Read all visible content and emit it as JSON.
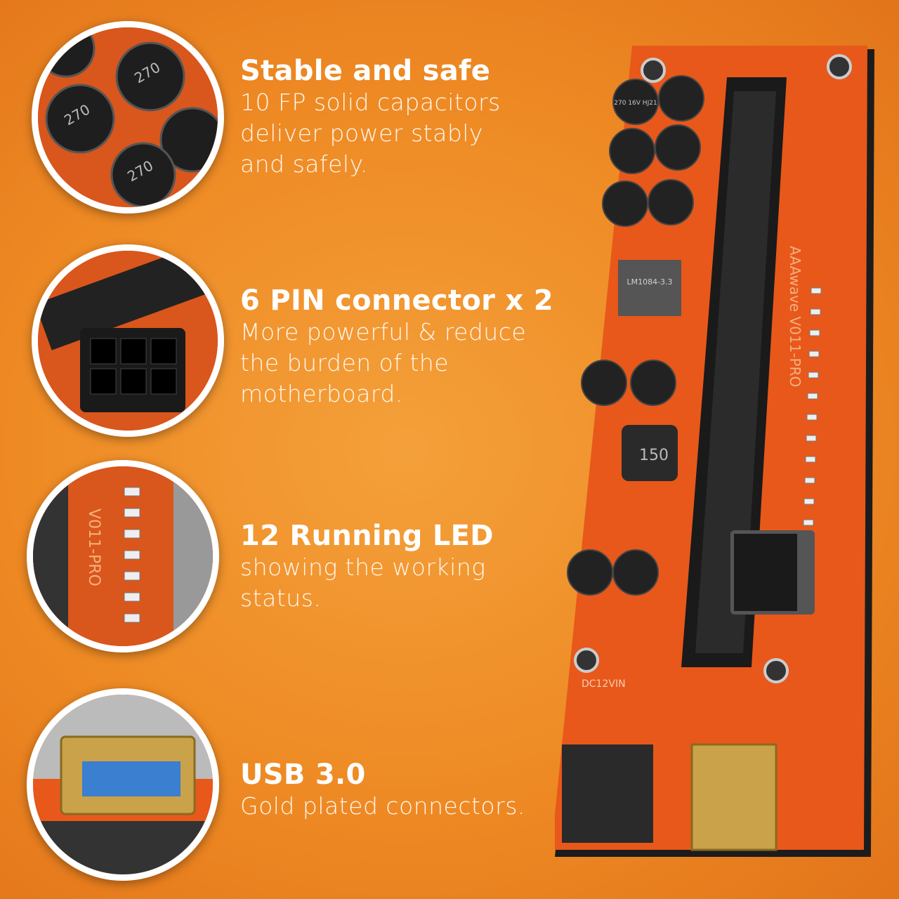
{
  "features": [
    {
      "title": "Stable and safe",
      "body": "10 FP solid capacitors\ndeliver power stably\nand safely.",
      "icon": "capacitors-closeup"
    },
    {
      "title": "6 PIN connector x 2",
      "body": "More powerful & reduce\nthe burden of the\nmotherboard.",
      "icon": "6pin-connector-closeup"
    },
    {
      "title": "12 Running LED",
      "body": "showing the working\nstatus.",
      "icon": "led-closeup"
    },
    {
      "title": "USB 3.0",
      "body": "Gold plated connectors.",
      "icon": "usb-port-closeup"
    }
  ],
  "board": {
    "model": "AAAwave V011-PRO",
    "capacitor_label": "270 16V HJ21",
    "inductor_label": "150",
    "regulator_label": "LM1084-3.3",
    "power_label": "DC12VIN"
  },
  "colors": {
    "background": "#ee8a24",
    "pcb": "#e8581a",
    "text": "#ffffff"
  }
}
